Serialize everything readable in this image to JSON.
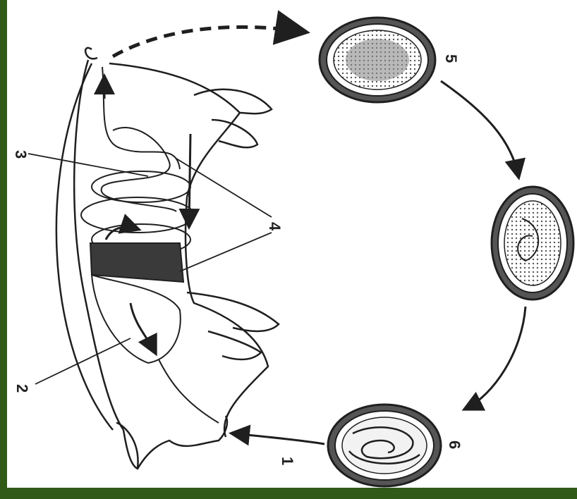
{
  "colors": {
    "frame": "#2f5a17",
    "panel": "#ffffff",
    "ink": "#1f1f1f",
    "wall": "#3a3a3a"
  },
  "labels": {
    "l1": "1",
    "l2": "2",
    "l3": "3",
    "l4": "4",
    "l5": "5",
    "l6": "6"
  },
  "stages": [
    {
      "number": "5",
      "icon": "egg-unembryonated-icon"
    },
    {
      "number": "6",
      "icon": "egg-embryonated-icon"
    }
  ]
}
